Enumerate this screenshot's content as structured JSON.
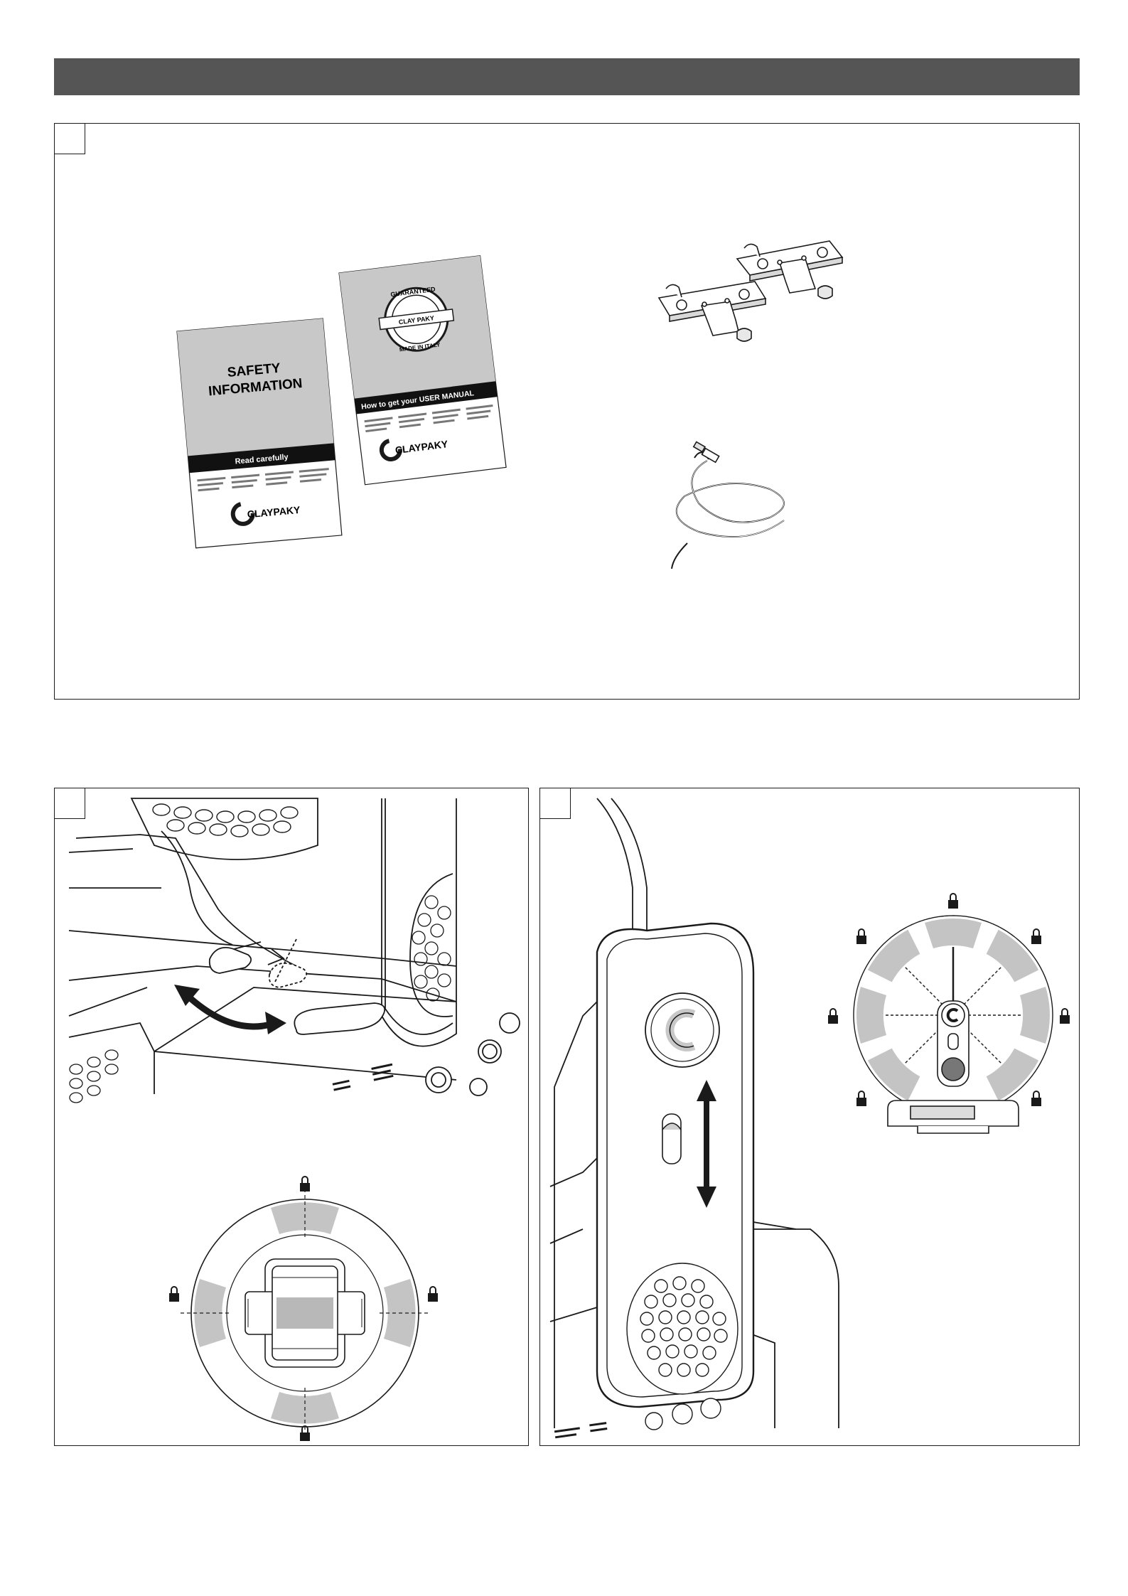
{
  "safety_booklet": {
    "title_line1": "SAFETY",
    "title_line2": "INFORMATION",
    "band": "Read carefully",
    "brand": "CLAYPAKY"
  },
  "manual_booklet": {
    "seal_top": "GUARANTEED",
    "seal_middle": "CLAY PAKY",
    "seal_bottom": "MADE IN ITALY",
    "band": "How to get your USER MANUAL",
    "brand": "CLAYPAKY"
  },
  "colors": {
    "header_bar": "#555555",
    "booklet_grey": "#c8c8c8",
    "sector_grey": "#c4c4c4",
    "line": "#1a1a1a"
  },
  "icons": [
    "lock-icon",
    "double-arrow-icon",
    "claypaky-logo"
  ]
}
